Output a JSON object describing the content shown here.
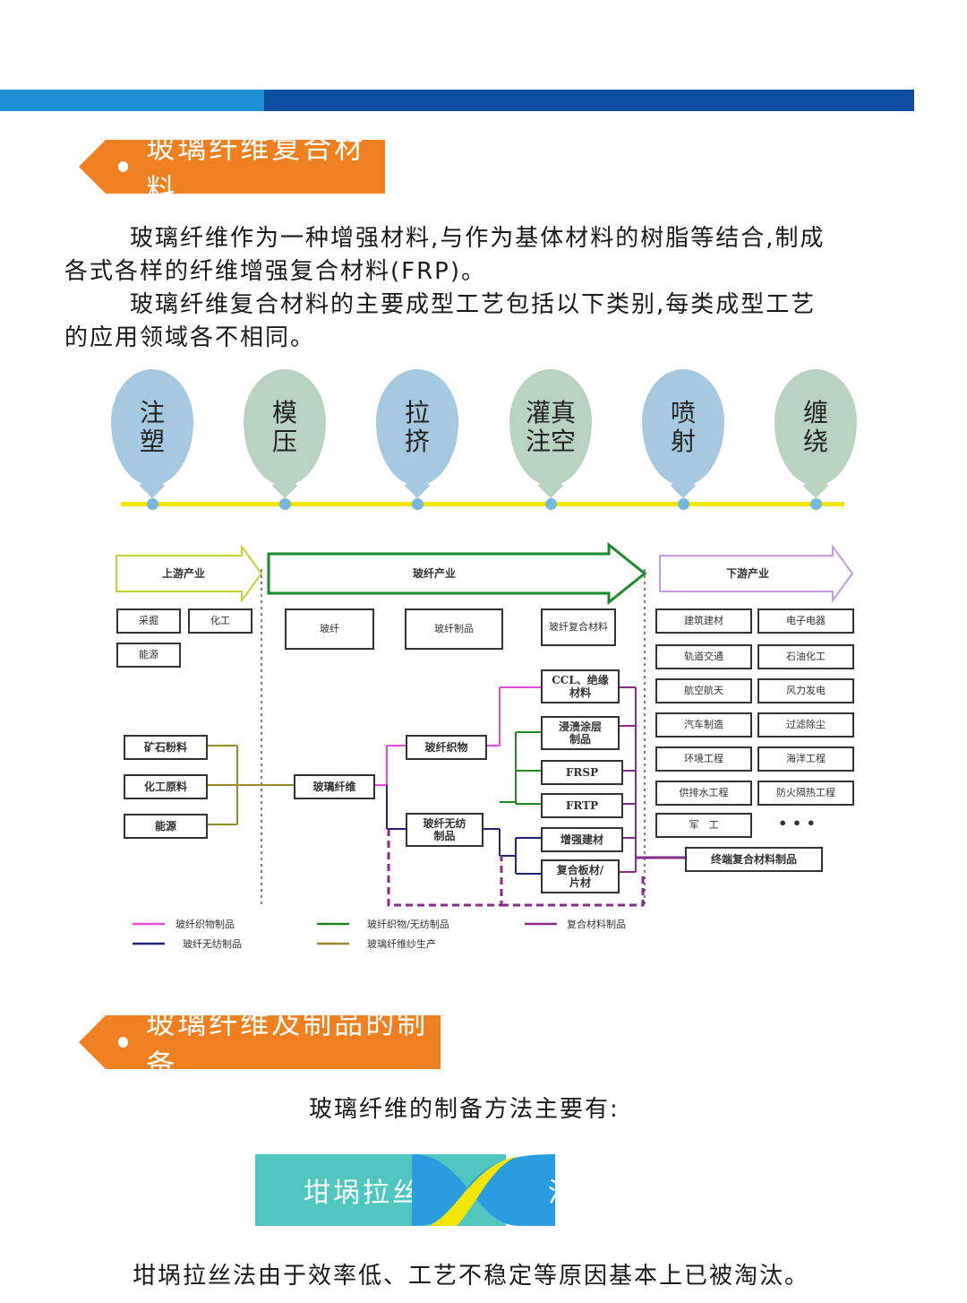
{
  "section1": {
    "title": "玻璃纤维复合材料",
    "para1_line1": "玻璃纤维作为一种增强材料,与作为基体材料的树脂等结合,制成",
    "para1_line2": "各式各样的纤维增强复合材料(FRP)。",
    "para2_line1": "玻璃纤维复合材料的主要成型工艺包括以下类别,每类成型工艺",
    "para2_line2": "的应用领域各不相同。"
  },
  "processes": [
    {
      "l1": "注",
      "l2": "塑",
      "color": "blue"
    },
    {
      "l1": "模",
      "l2": "压",
      "color": "green"
    },
    {
      "l1": "拉",
      "l2": "挤",
      "color": "blue"
    },
    {
      "l1": "灌真",
      "l2": "注空",
      "color": "green"
    },
    {
      "l1": "喷",
      "l2": "射",
      "color": "blue"
    },
    {
      "l1": "缠",
      "l2": "绕",
      "color": "green"
    }
  ],
  "diagram": {
    "upstream": "上游产业",
    "glass_industry": "玻纤产业",
    "downstream": "下游产业",
    "up_boxes": [
      "采掘",
      "化工",
      "能源"
    ],
    "mid_boxes": [
      "玻纤",
      "玻纤制品",
      "玻纤复合材料"
    ],
    "down_boxes": [
      "建筑建材",
      "电子电器",
      "轨道交通",
      "石油化工",
      "航空航天",
      "风力发电",
      "汽车制造",
      "过滤除尘",
      "环境工程",
      "海洋工程",
      "供排水工程",
      "防火隔热工程",
      "军　工",
      "• • •"
    ],
    "raw": [
      "矿石粉料",
      "化工原料",
      "能源"
    ],
    "glass_fiber": "玻璃纤维",
    "fabric": "玻纤织物",
    "nonwoven": "玻纤无纺制品",
    "products": [
      "CCL、绝缘材料",
      "浸渍涂层制品",
      "FRSP",
      "FRTP",
      "增强建材",
      "复合板材/片材"
    ],
    "end_product": "终端复合材料制品",
    "legend": [
      "玻纤织物制品",
      "玻纤无纺制品",
      "玻纤织物/无纺制品",
      "玻璃纤维纱生产",
      "复合材料制品"
    ],
    "colors": {
      "fabric": "#e64ad8",
      "nonwoven": "#23237a",
      "both": "#1f8a1f",
      "yarn": "#9a8a2a",
      "composite": "#8a2a8a"
    }
  },
  "section2": {
    "title": "玻璃纤维及制品的制备",
    "intro": "玻璃纤维的制备方法主要有:",
    "method1": "坩埚拉丝",
    "method2": "池窑拉丝",
    "note": "坩埚拉丝法由于效率低、工艺不稳定等原因基本上已被淘汰。"
  }
}
